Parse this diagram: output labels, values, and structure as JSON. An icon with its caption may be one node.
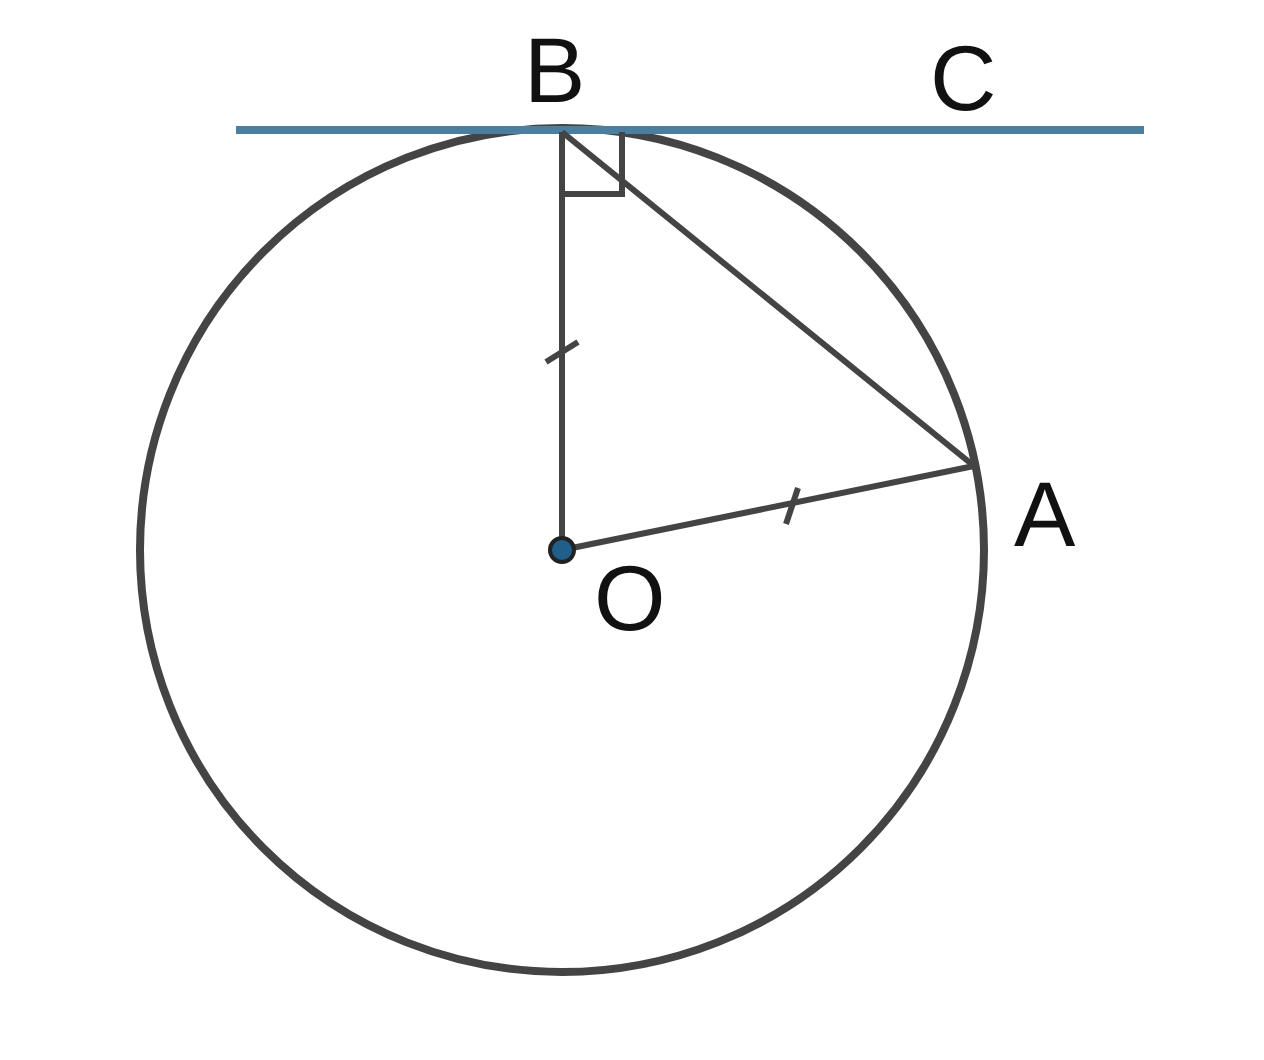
{
  "diagram": {
    "labels": [
      "B",
      "C",
      "A",
      "O"
    ]
  }
}
